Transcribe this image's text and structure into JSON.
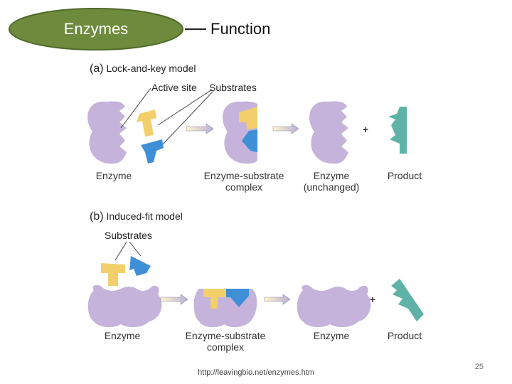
{
  "slide": {
    "title": "Enzymes",
    "subtitle": "Function",
    "page_number": "25",
    "source": "http://leavingbio.net/enzymes.htm"
  },
  "panel_a": {
    "letter": "(a)",
    "title": "Lock-and-key model",
    "callout_active_site": "Active site",
    "callout_substrates": "Substrates",
    "label_enzyme": "Enzyme",
    "label_complex_1": "Enzyme-substrate",
    "label_complex_2": "complex",
    "label_enzyme2_1": "Enzyme",
    "label_enzyme2_2": "(unchanged)",
    "plus": "+",
    "label_product": "Product"
  },
  "panel_b": {
    "letter": "(b)",
    "title": "Induced-fit model",
    "callout_substrates": "Substrates",
    "label_enzyme": "Enzyme",
    "label_complex_1": "Enzyme-substrate",
    "label_complex_2": "complex",
    "label_enzyme2": "Enzyme",
    "plus": "+",
    "label_product": "Product"
  },
  "colors": {
    "oval": "#6e8b3d",
    "enzyme": "#c5b3dc",
    "substrate_yellow": "#f3cf6b",
    "substrate_blue": "#3f8fd6",
    "product": "#5fb3a6",
    "arrow": "#b8b0d8"
  }
}
